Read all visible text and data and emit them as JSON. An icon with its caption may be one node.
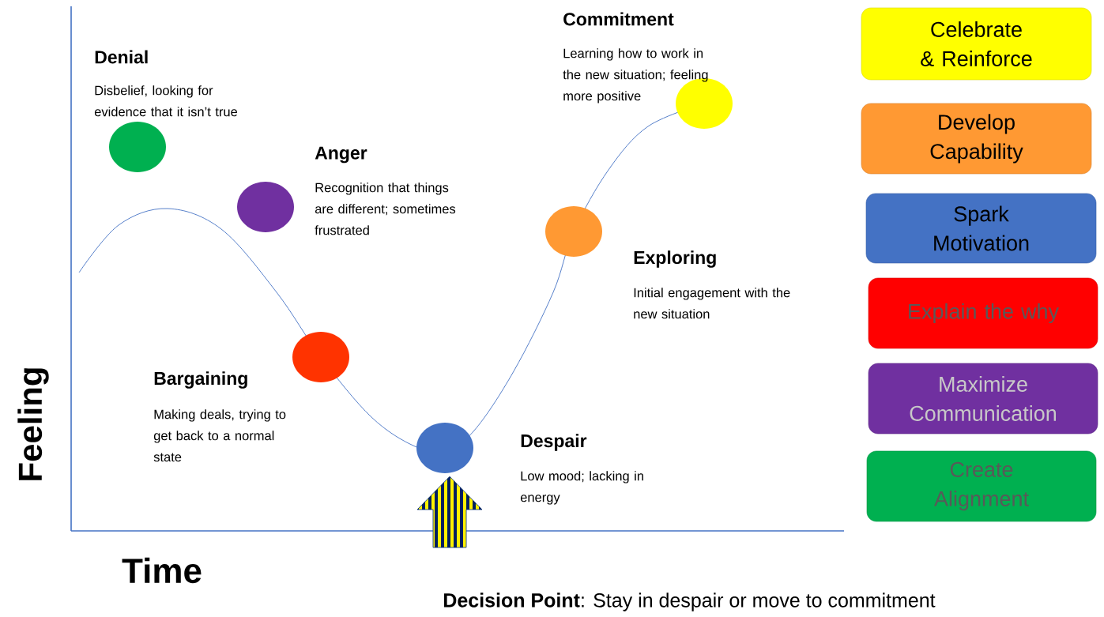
{
  "diagram": {
    "nodes": [
      {
        "text": [],
        "shape": "circle",
        "beside": [
          "Denial",
          "Disbelief, looking for evidence that it isn’t true"
        ]
      },
      {
        "text": [],
        "shape": "circle",
        "beside": [
          "Anger",
          "Recognition that things are different; sometimes frustrated"
        ]
      },
      {
        "text": [],
        "shape": "circle",
        "beside": [
          "Bargaining",
          "Making deals, trying to get back to a normal state"
        ]
      },
      {
        "text": [],
        "shape": "circle",
        "beside": [
          "Despair",
          "Low mood; lacking in energy"
        ]
      },
      {
        "text": [],
        "shape": "circle",
        "beside": [
          "Exploring",
          "Initial engagement with the new situation"
        ]
      },
      {
        "text": [],
        "shape": "circle",
        "beside": [
          "Commitment",
          "Learning how to work in the new situation; feeling more positive"
        ]
      },
      {
        "text": [
          "Celebrate & Reinforce"
        ]
      },
      {
        "text": [
          "Develop Capability"
        ]
      },
      {
        "text": [
          "Spark Motivation"
        ]
      },
      {
        "text": [
          "Explain the why"
        ]
      },
      {
        "text": [
          "Maximize Communication"
        ]
      },
      {
        "text": [
          "Create Alignment"
        ]
      }
    ],
    "edges": [
      {
        "from": null,
        "to": 3,
        "arrow": "to"
      }
    ],
    "labels": [
      "Feeling",
      "Time",
      "**Decision Point**: Stay in despair or move to commitment"
    ]
  }
}
